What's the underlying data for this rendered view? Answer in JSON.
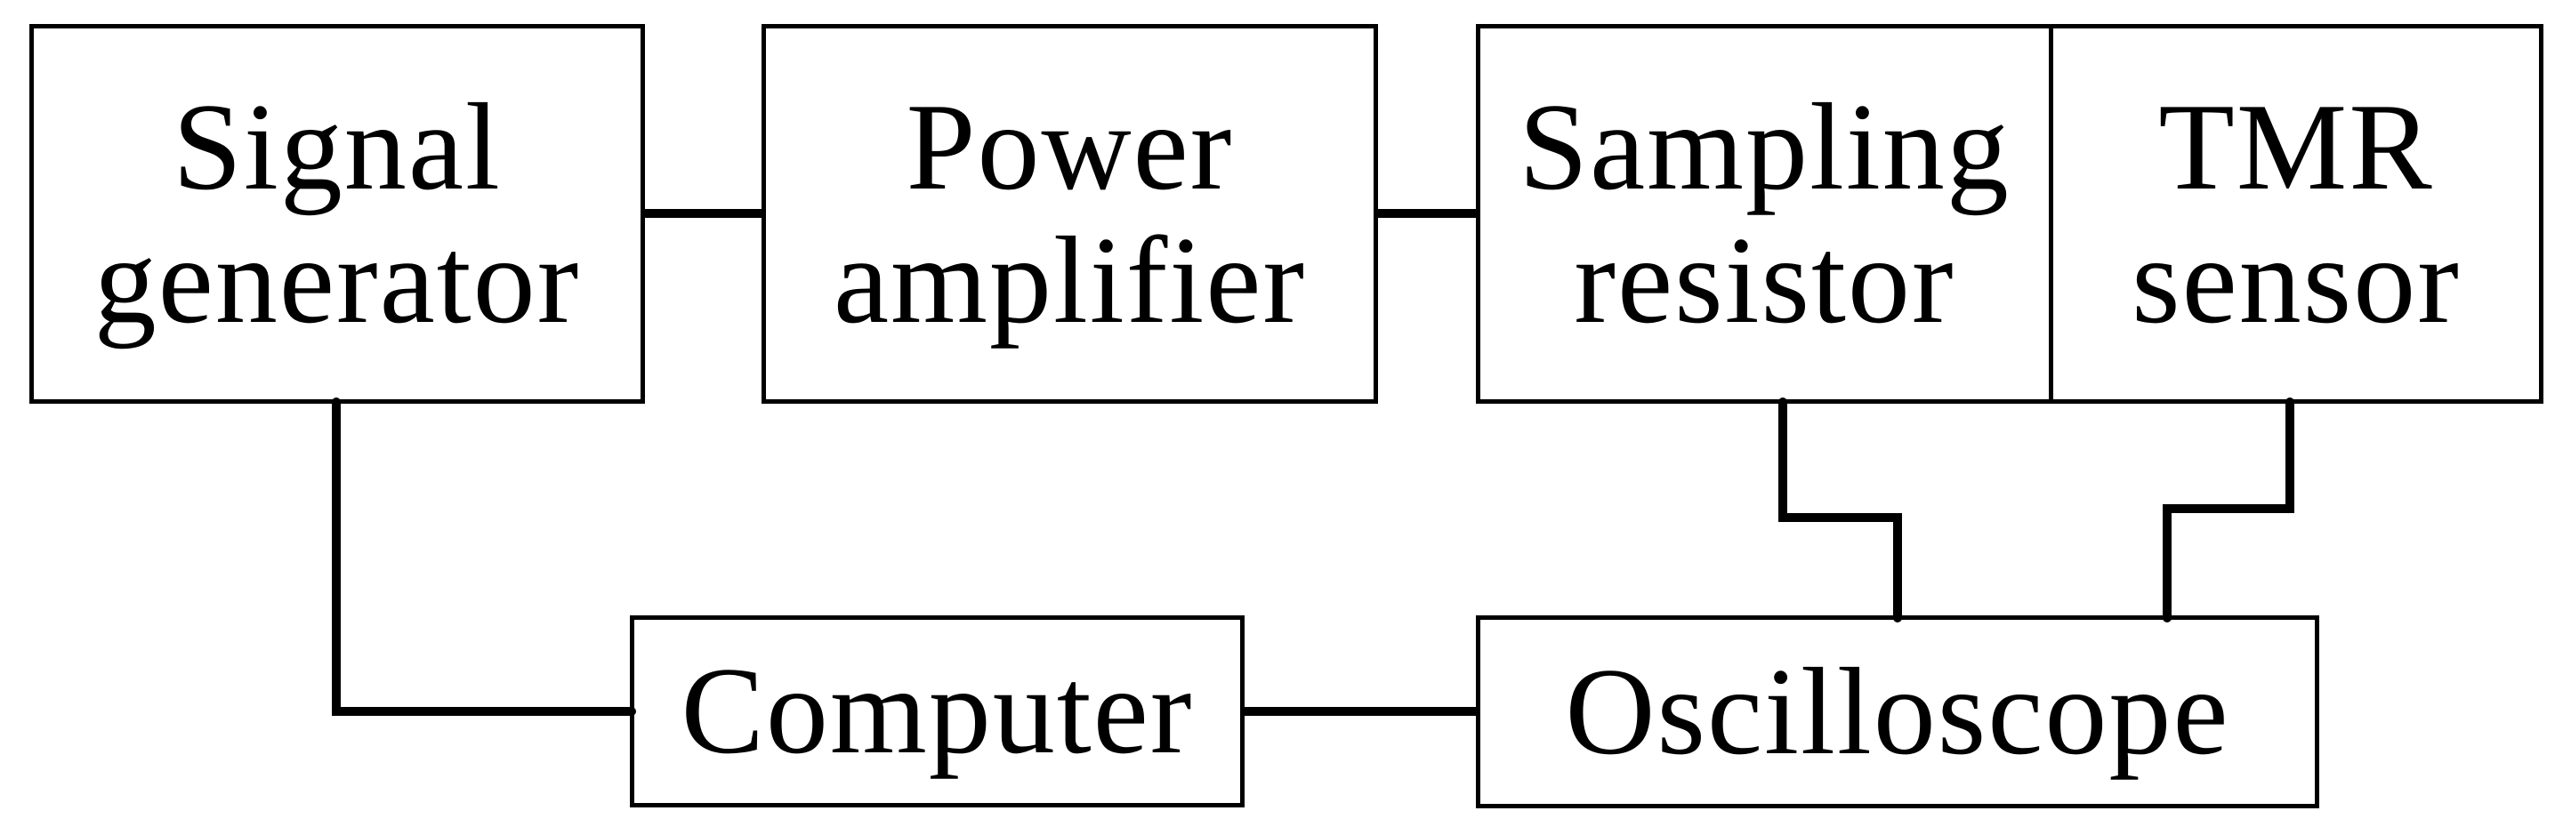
{
  "diagram": {
    "background_color": "#ffffff",
    "line_color": "#000000",
    "text_color": "#000000",
    "blocks": [
      {
        "id": "signal-generator",
        "label_lines": [
          "Signal",
          "generator"
        ]
      },
      {
        "id": "power-amplifier",
        "label_lines": [
          "Power",
          "amplifier"
        ]
      },
      {
        "id": "sampling-resistor",
        "label_lines": [
          "Sampling",
          "resistor"
        ]
      },
      {
        "id": "tmr-sensor",
        "label_lines": [
          "TMR",
          "sensor"
        ]
      },
      {
        "id": "computer",
        "label_lines": [
          "Computer"
        ]
      },
      {
        "id": "oscilloscope",
        "label_lines": [
          "Oscilloscope"
        ]
      }
    ],
    "connections": [
      {
        "from": "signal-generator",
        "to": "power-amplifier"
      },
      {
        "from": "power-amplifier",
        "to": "sampling-resistor"
      },
      {
        "from": "sampling-resistor",
        "to": "oscilloscope"
      },
      {
        "from": "tmr-sensor",
        "to": "oscilloscope"
      },
      {
        "from": "signal-generator",
        "to": "computer"
      },
      {
        "from": "computer",
        "to": "oscilloscope"
      }
    ]
  }
}
